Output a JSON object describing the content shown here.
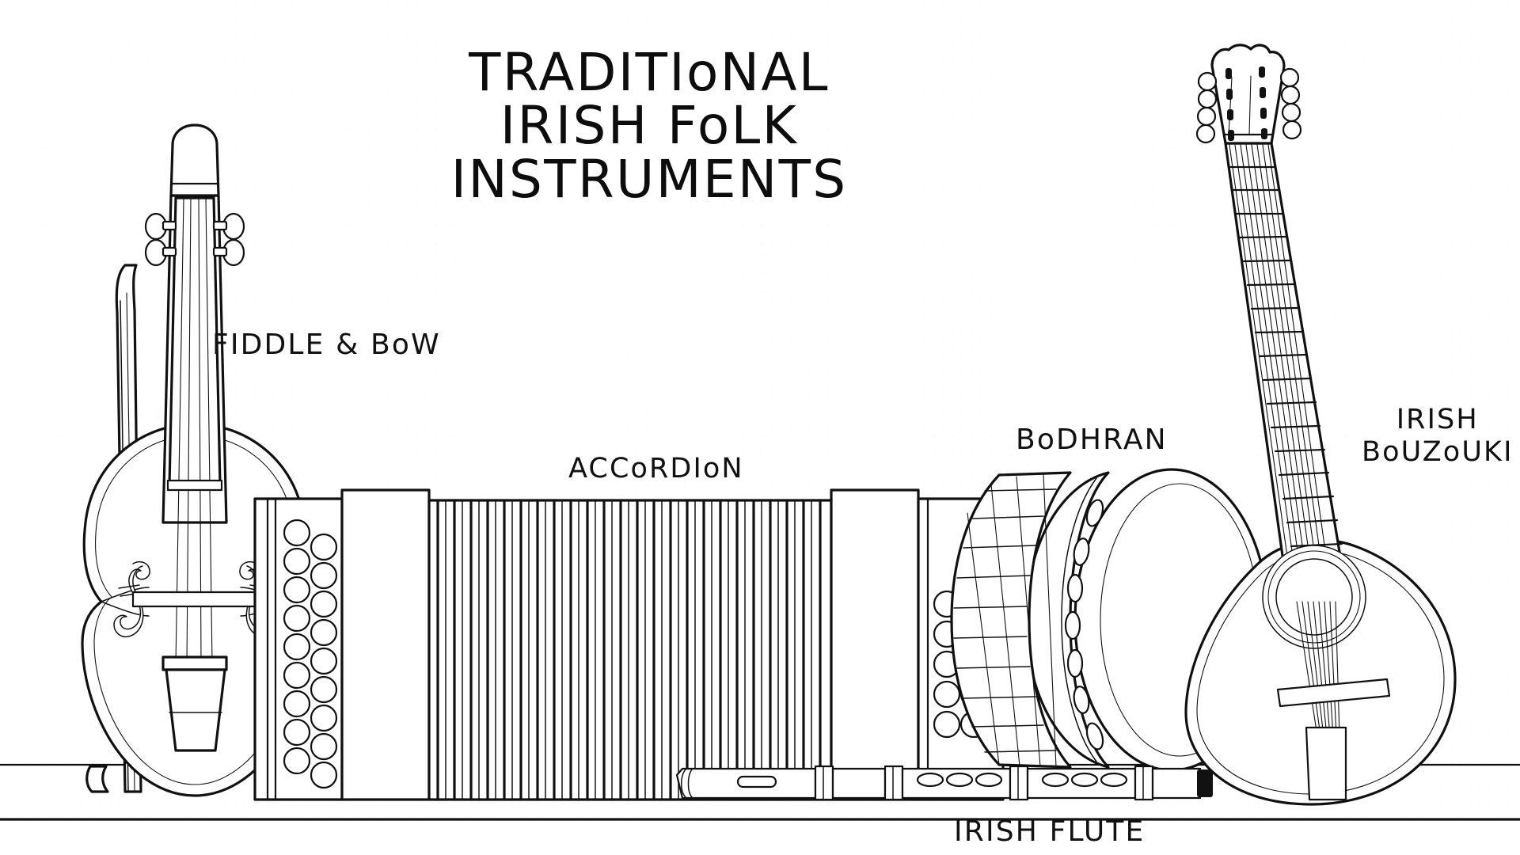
{
  "poster": {
    "title_lines": [
      "TRADITIoNAL",
      "IRISH FoLK",
      "INSTRUMENTS"
    ],
    "title_full": "TRADITIONAL IRISH FOLK INSTRUMENTS",
    "style": "hand-drawn black line art on dotted grid paper",
    "ink_color": "#111111",
    "paper_color": "#fdfdfd",
    "dot_color": "#3c3c3c"
  },
  "labels": {
    "fiddle": "FIDDLE & BoW",
    "accordion": "ACCoRDIoN",
    "bodhran": "BoDHRAN",
    "bouzouki_line1": "IRISH",
    "bouzouki_line2": "BoUZoUKI",
    "flute": "IRISH FLUTE"
  },
  "instruments": [
    {
      "name": "fiddle",
      "label": "FIDDLE & BoW",
      "parts": [
        "scroll",
        "pegbox",
        "tuning-pegs",
        "neck",
        "fingerboard",
        "strings",
        "body",
        "f-holes",
        "bridge",
        "tailpiece",
        "chinrest",
        "endpin"
      ],
      "peg_count": 4,
      "string_count": 4
    },
    {
      "name": "bow",
      "label": "BoW",
      "parts": [
        "stick",
        "hair",
        "tip"
      ]
    },
    {
      "name": "accordion",
      "label": "ACCoRDIoN",
      "parts": [
        "left-keyboard-panel",
        "bellows",
        "right-keyboard-panel",
        "treble-buttons",
        "bass-buttons"
      ],
      "bellows_folds": 44,
      "treble_button_rows": 10,
      "bass_button_grid": "3x4"
    },
    {
      "name": "bodhran",
      "label": "BoDHRAN",
      "parts": [
        "rim",
        "tuning-holes",
        "drumhead",
        "shell-ribs"
      ],
      "tuning_holes": 8,
      "rib_count": 18
    },
    {
      "name": "irish-bouzouki",
      "label": "IRISH BoUZoUKI",
      "parts": [
        "headstock",
        "tuning-pegs",
        "nut",
        "fretted-neck",
        "soundhole",
        "rosette",
        "bridge",
        "tailpiece",
        "teardrop-body"
      ],
      "peg_count": 8,
      "string_count": 8,
      "fret_count": 19
    },
    {
      "name": "irish-flute",
      "label": "IRISH FLUTE",
      "parts": [
        "head-joint",
        "embouchure-hole",
        "body-joints",
        "tuning-rings",
        "finger-holes",
        "foot-joint"
      ],
      "finger_holes": 6,
      "joint_rings": 5
    }
  ]
}
